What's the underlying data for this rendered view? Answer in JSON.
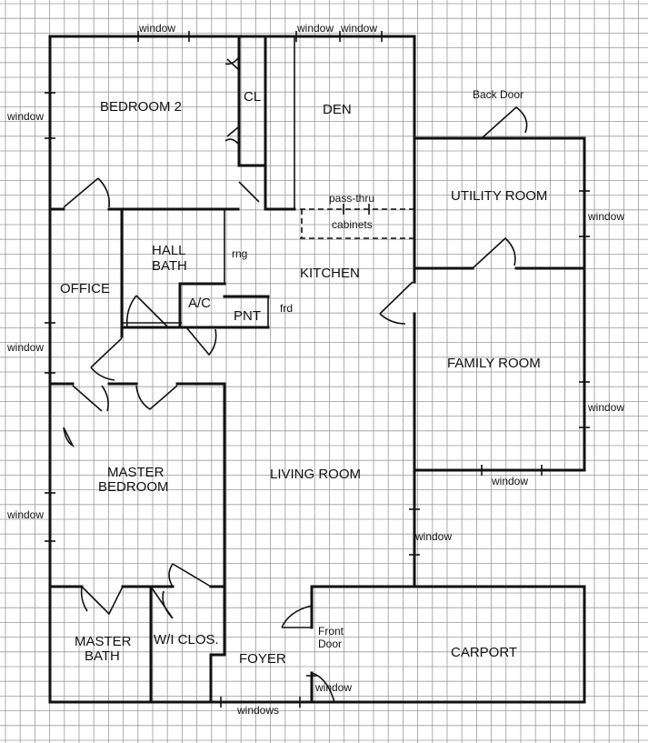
{
  "rooms": {
    "bedroom2": "BEDROOM 2",
    "cl": "CL",
    "den": "DEN",
    "utility_room": "UTILITY ROOM",
    "hall_bath_1": "HALL",
    "hall_bath_2": "BATH",
    "office": "OFFICE",
    "ac": "A/C",
    "pnt": "PNT",
    "kitchen": "KITCHEN",
    "family_room": "FAMILY ROOM",
    "master_bedroom_1": "MASTER",
    "master_bedroom_2": "BEDROOM",
    "living_room": "LIVING ROOM",
    "master_bath_1": "MASTER",
    "master_bath_2": "BATH",
    "wi_clos": "W/I CLOS.",
    "foyer": "FOYER",
    "carport": "CARPORT"
  },
  "notes": {
    "window_top_1": "window",
    "window_top_2": "window",
    "window_top_3": "window",
    "window_left_1": "window",
    "window_left_2": "window",
    "window_left_3": "window",
    "window_right_1": "window",
    "window_right_2": "window",
    "window_family_bottom": "window",
    "window_living": "window",
    "window_foyer": "window",
    "windows_bottom": "windows",
    "back_door": "Back Door",
    "pass_thru": "pass-thru",
    "cabinets": "cabinets",
    "rng": "rng",
    "frd": "frd",
    "front_door_1": "Front",
    "front_door_2": "Door"
  }
}
